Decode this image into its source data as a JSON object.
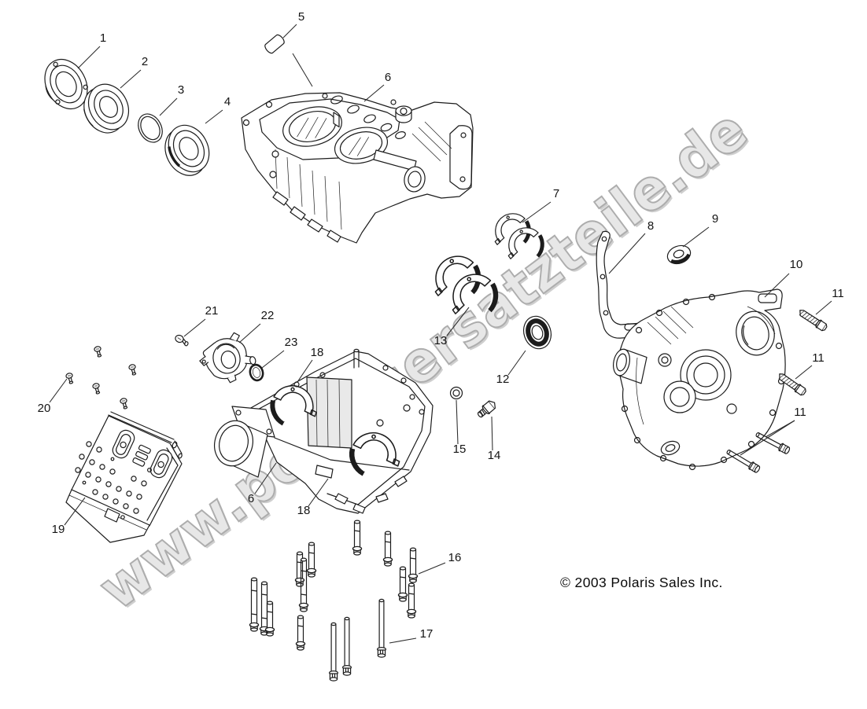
{
  "watermark": {
    "text": "www.polarisersatzteile.de",
    "fill": "#e7e7e7",
    "stroke": "#adadad",
    "shadow": "#cfcfcf"
  },
  "copyright": {
    "text": "© 2003 Polaris Sales Inc."
  },
  "callouts": [
    {
      "label": "1"
    },
    {
      "label": "2"
    },
    {
      "label": "3"
    },
    {
      "label": "4"
    },
    {
      "label": "5"
    },
    {
      "label": "6"
    },
    {
      "label": "7"
    },
    {
      "label": "8"
    },
    {
      "label": "9"
    },
    {
      "label": "10"
    },
    {
      "label": "11"
    },
    {
      "label": "11"
    },
    {
      "label": "11"
    },
    {
      "label": "12"
    },
    {
      "label": "13"
    },
    {
      "label": "14"
    },
    {
      "label": "15"
    },
    {
      "label": "16"
    },
    {
      "label": "17"
    },
    {
      "label": "18"
    },
    {
      "label": "18"
    },
    {
      "label": "19"
    },
    {
      "label": "20"
    },
    {
      "label": "21"
    },
    {
      "label": "22"
    },
    {
      "label": "23"
    },
    {
      "label": "6"
    }
  ]
}
